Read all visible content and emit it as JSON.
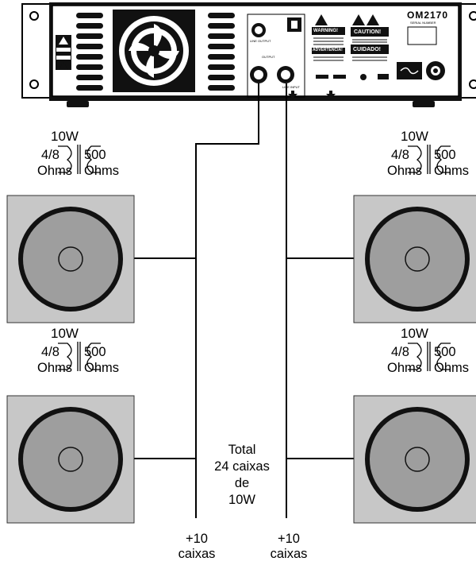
{
  "amplifier": {
    "model": "OM2170",
    "serial_label": "SERIAL NUMBER",
    "warning_label": "WARNING!",
    "caution_label": "CAUTION!",
    "advertencia_label": "ADVERTÊNCIA!",
    "cuidado_label": "CUIDADO!",
    "line_output_label": "LINE OUTPUT",
    "output_label": "OUTPUT",
    "input_label": "LINE INPUT",
    "colors": {
      "panel": "#000000",
      "label_bg": "#ffffff"
    }
  },
  "speakers": [
    {
      "id": "top-left",
      "power": "10W",
      "primary": "4/8",
      "primary_unit": "Ohms",
      "secondary": "500",
      "secondary_unit": "Ohms"
    },
    {
      "id": "bottom-left",
      "power": "10W",
      "primary": "4/8",
      "primary_unit": "Ohms",
      "secondary": "500",
      "secondary_unit": "Ohms"
    },
    {
      "id": "top-right",
      "power": "10W",
      "primary": "4/8",
      "primary_unit": "Ohms",
      "secondary": "500",
      "secondary_unit": "Ohms"
    },
    {
      "id": "bottom-right",
      "power": "10W",
      "primary": "4/8",
      "primary_unit": "Ohms",
      "secondary": "500",
      "secondary_unit": "Ohms"
    }
  ],
  "total": {
    "line1": "Total",
    "line2": "24 caixas",
    "line3": "de",
    "line4": "10W"
  },
  "feeds": {
    "left": {
      "count": "+10",
      "label": "caixas"
    },
    "right": {
      "count": "+10",
      "label": "caixas"
    }
  },
  "colors": {
    "speaker_box": "#c7c7c7",
    "cone": "#9e9e9e",
    "wire": "#000000"
  }
}
